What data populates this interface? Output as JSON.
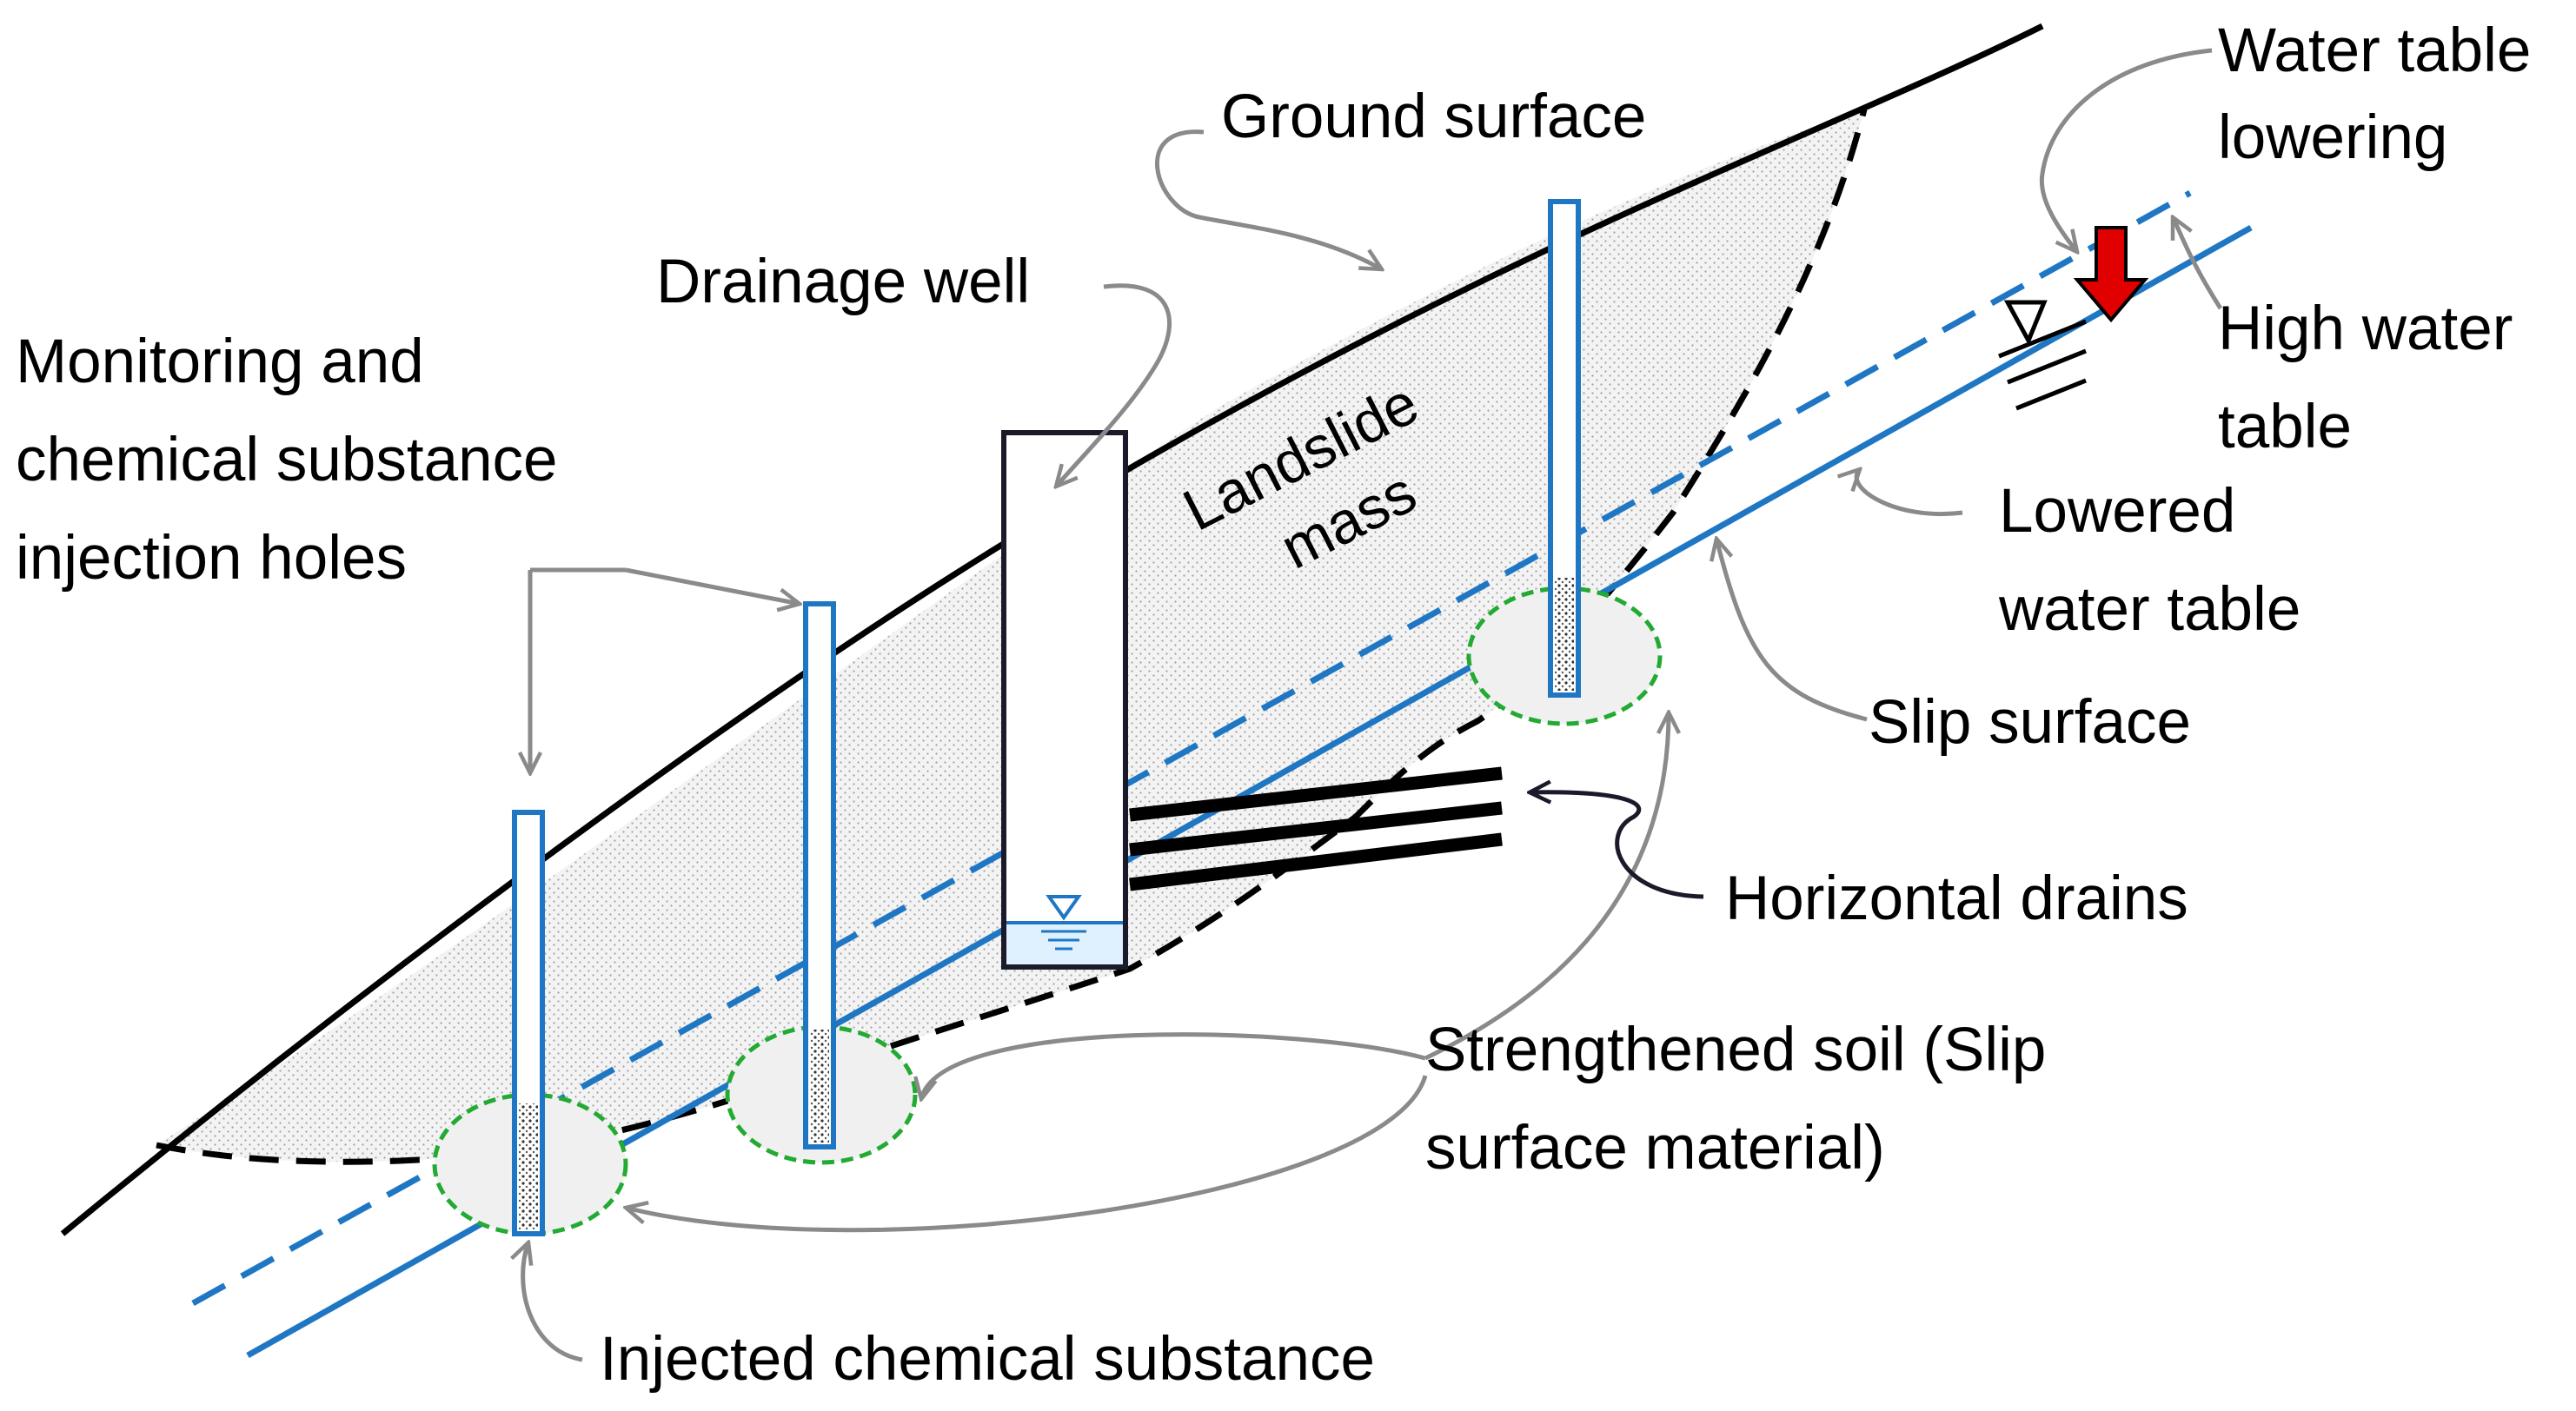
{
  "labels": {
    "ground_surface": "Ground surface",
    "drainage_well": "Drainage well",
    "monitoring_holes": [
      "Monitoring and",
      "chemical substance",
      "injection holes"
    ],
    "landslide_mass": [
      "Landslide",
      "mass"
    ],
    "water_table_lowering": [
      "Water table",
      "lowering"
    ],
    "high_water_table": [
      "High water",
      "table"
    ],
    "lowered_water_table": [
      "Lowered",
      "water table"
    ],
    "slip_surface": "Slip surface",
    "horizontal_drains": "Horizontal drains",
    "strengthened_soil": [
      "Strengthened soil (Slip",
      "surface material)"
    ],
    "injected_chemical": "Injected chemical substance"
  },
  "colors": {
    "water_line": "#1f77c4",
    "ground_line": "#000000",
    "slip_surface": "#000000",
    "soil_fill": "#ececec",
    "strengthened_outline": "#22aa33",
    "leader": "#8a8a8a",
    "arrow": "#e00000"
  }
}
